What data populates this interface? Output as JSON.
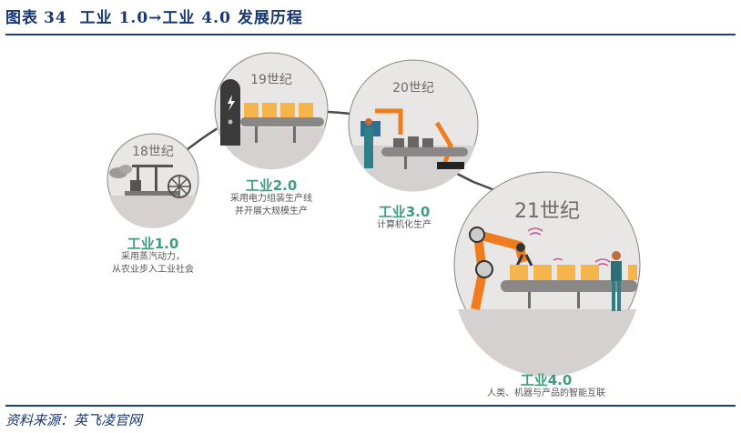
{
  "figure": {
    "label": "图表",
    "number": "34",
    "title": "工业 1.0→工业 4.0 发展历程"
  },
  "source": "资料来源：英飞凌官网",
  "colors": {
    "title_blue": "#17376e",
    "rule_blue": "#17407e",
    "stage_green": "#3f9c7f",
    "robot_orange": "#f07c1e",
    "circle_bg": "#e9e6e6",
    "box_yellow": "#f6b54a"
  },
  "stages": [
    {
      "century": "18世纪",
      "name": "工业1.0",
      "desc_lines": [
        "采用蒸汽动力，",
        "从农业步入工业社会"
      ]
    },
    {
      "century": "19世纪",
      "name": "工业2.0",
      "desc_lines": [
        "采用电力组装生产线",
        "并开展大规模生产"
      ]
    },
    {
      "century": "20世纪",
      "name": "工业3.0",
      "desc_lines": [
        "计算机化生产"
      ]
    },
    {
      "century": "21世纪",
      "name": "工业4.0",
      "desc_lines": [
        "人类、机器与产品的智能互联"
      ]
    }
  ]
}
